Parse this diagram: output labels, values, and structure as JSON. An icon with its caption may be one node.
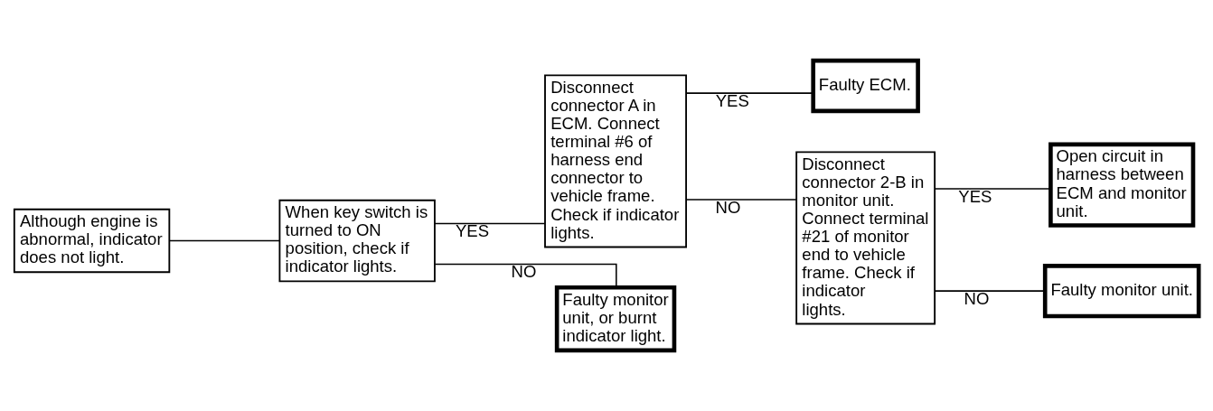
{
  "diagram": {
    "nodes": [
      {
        "text": [
          "Although engine is abnormal, indicator does not light."
        ]
      },
      {
        "text": [
          "When key switch is turned to ON position, check if indicator lights."
        ]
      },
      {
        "text": [
          "Disconnect connector A in ECM. Connect terminal #6 of harness end connector to vehicle frame. Check if indicator lights."
        ]
      },
      {
        "text": [
          "Faulty ECM."
        ]
      },
      {
        "text": [
          "Disconnect connector 2-B in monitor unit. Connect terminal #21 of monitor end to vehicle frame. Check if indicator lights."
        ]
      },
      {
        "text": [
          "Open circuit in harness between ECM and monitor unit."
        ]
      },
      {
        "text": [
          "Faulty monitor unit."
        ]
      },
      {
        "text": [
          "Faulty monitor unit, or burnt indicator light."
        ]
      }
    ],
    "edges": [
      {
        "from": 0,
        "to": 1,
        "arrow": "none"
      },
      {
        "from": 1,
        "to": 2,
        "arrow": "none",
        "label": "YES"
      },
      {
        "from": 1,
        "to": 7,
        "arrow": "none",
        "label": "NO"
      },
      {
        "from": 2,
        "to": 3,
        "arrow": "none",
        "label": "YES"
      },
      {
        "from": 2,
        "to": 4,
        "arrow": "none",
        "label": "NO"
      },
      {
        "from": 4,
        "to": 5,
        "arrow": "none",
        "label": "YES"
      },
      {
        "from": 4,
        "to": 6,
        "arrow": "none",
        "label": "NO"
      }
    ]
  }
}
